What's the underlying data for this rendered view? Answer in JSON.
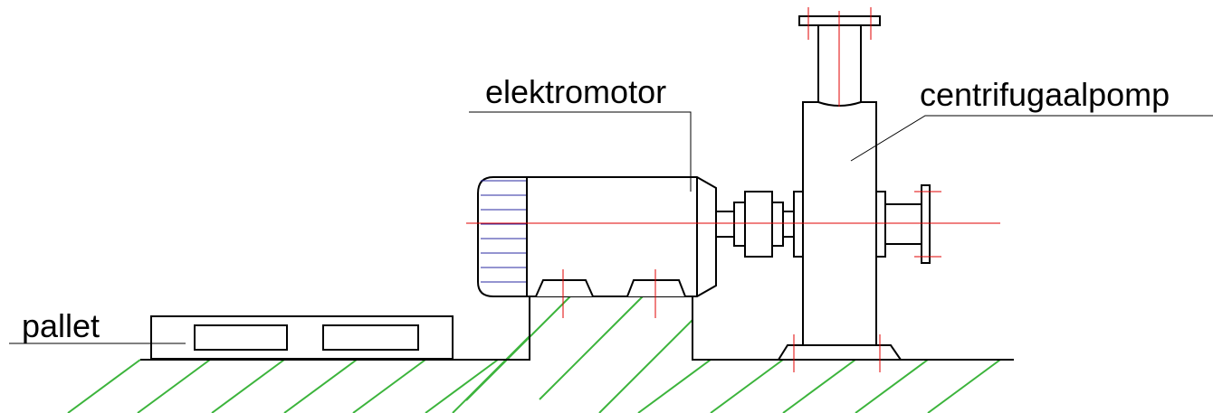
{
  "labels": {
    "motor": "elektromotor",
    "pump": "centrifugaalpomp",
    "pallet": "pallet"
  },
  "colors": {
    "outline": "#000000",
    "centerline": "#e00000",
    "ground_hatch": "#3cb43c",
    "motor_fins": "#2a2aa0"
  }
}
